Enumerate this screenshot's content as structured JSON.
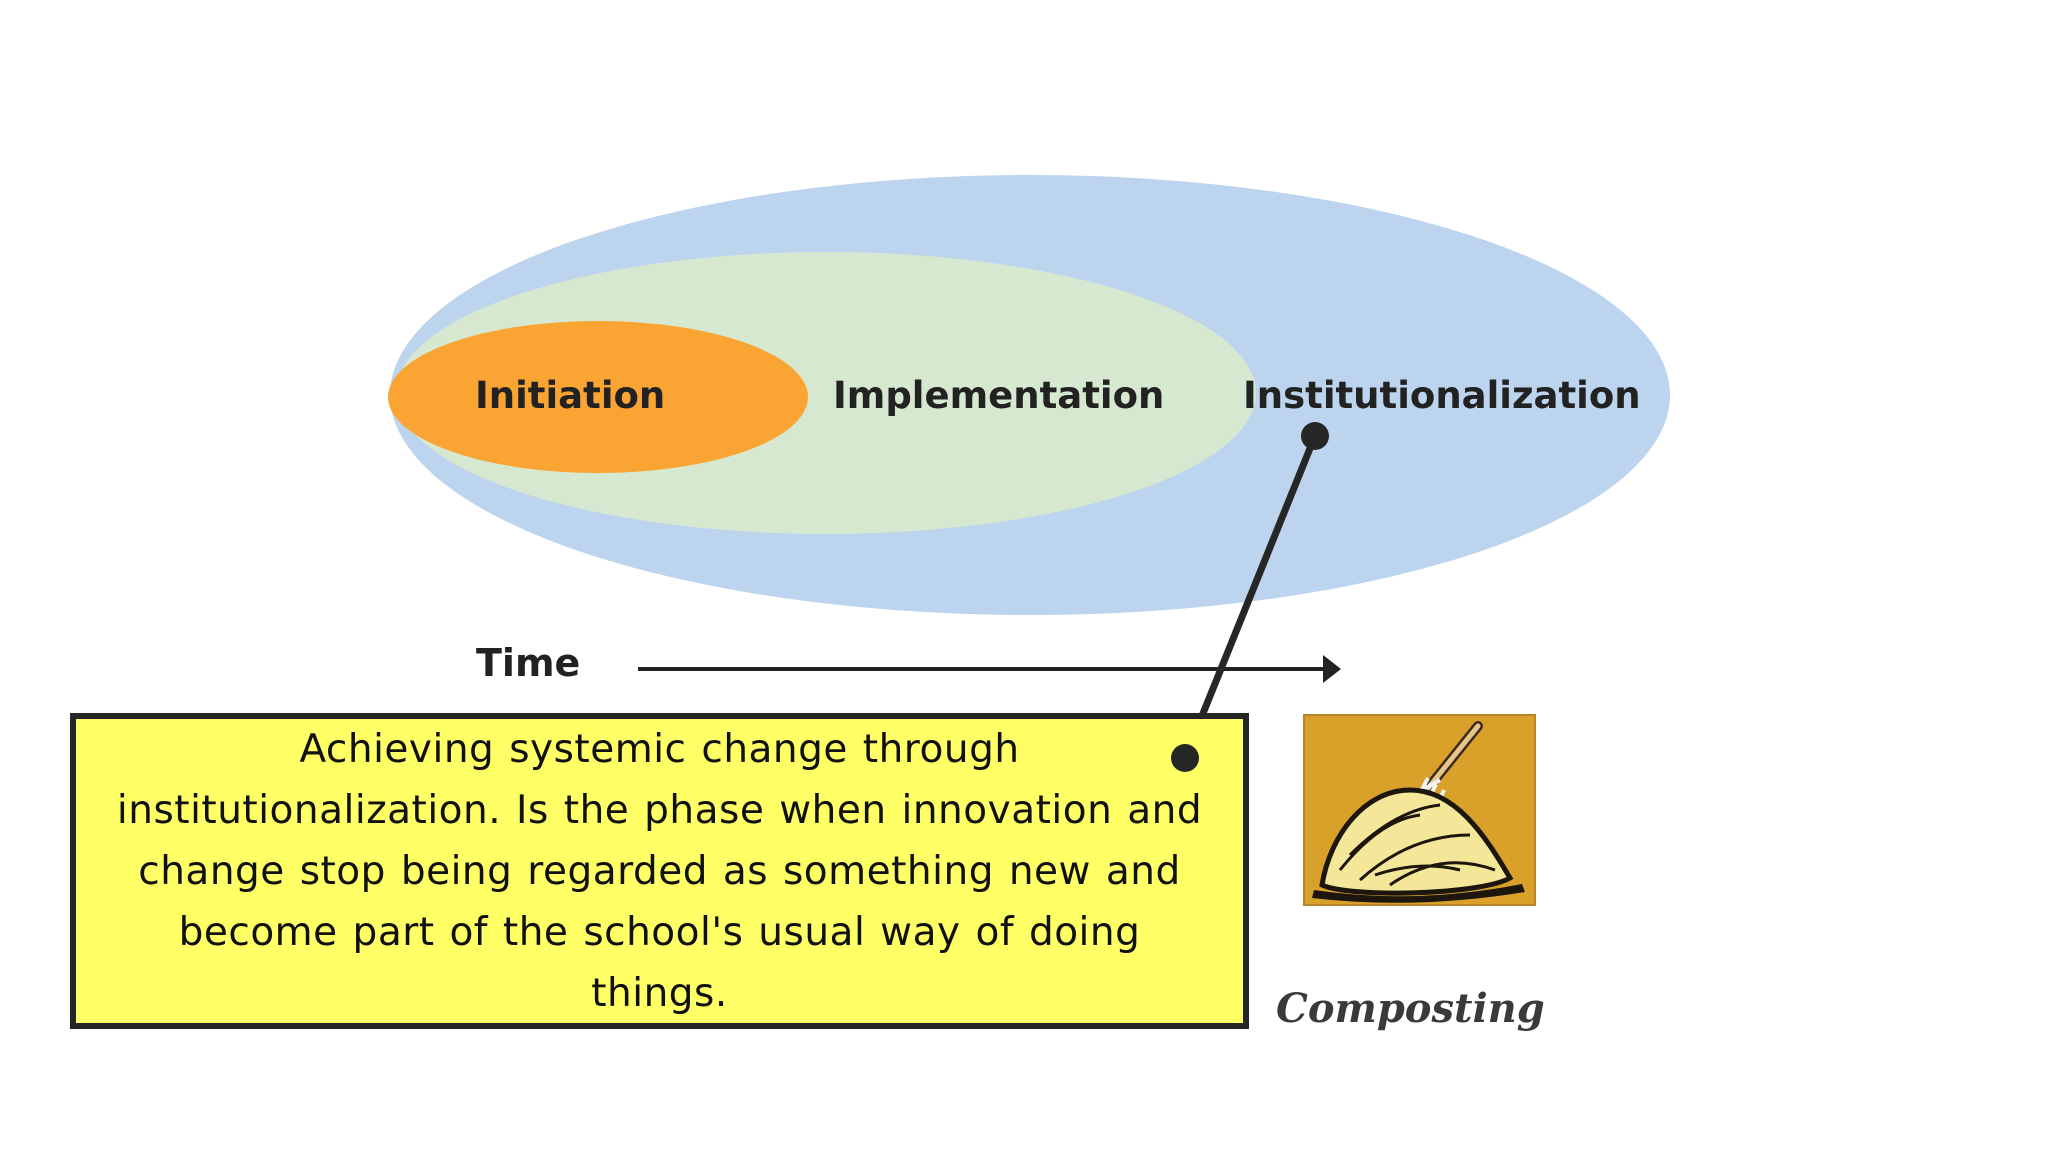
{
  "diagram": {
    "phases": [
      {
        "label": "Initiation",
        "color": "#f9a433"
      },
      {
        "label": "Implementation",
        "color": "#d6e8d0"
      },
      {
        "label": "Institutionalization",
        "color": "#bcd4ee"
      }
    ],
    "time_label": "Time"
  },
  "callout": {
    "text": "Achieving systemic change through institutionalization. Is the phase when innovation and change stop being regarded as something new and become part of the school's usual way of doing things.",
    "background": "#ffff66"
  },
  "illustration": {
    "icon": "compost-pile-icon",
    "caption": "Composting",
    "background": "#d9a12a"
  }
}
